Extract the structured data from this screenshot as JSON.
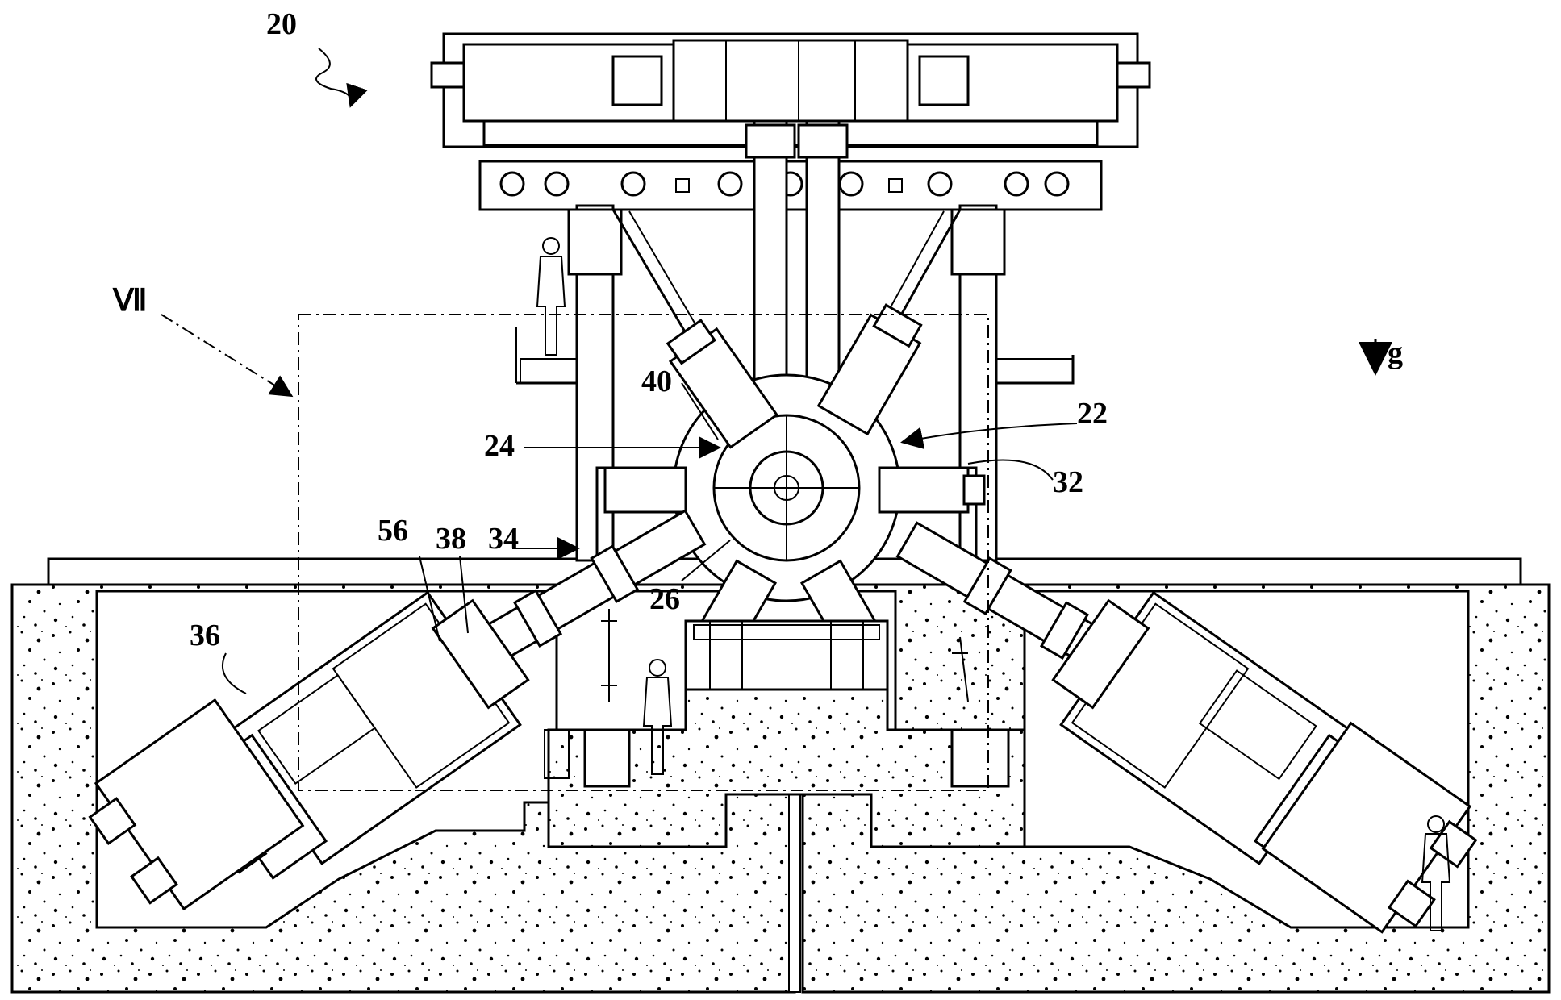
{
  "labels": {
    "ref_20": "20",
    "ref_22": "22",
    "ref_24": "24",
    "ref_26": "26",
    "ref_32": "32",
    "ref_34": "34",
    "ref_36": "36",
    "ref_38": "38",
    "ref_40": "40",
    "ref_56": "56",
    "section_vii": "Ⅶ",
    "gravity": "g"
  }
}
